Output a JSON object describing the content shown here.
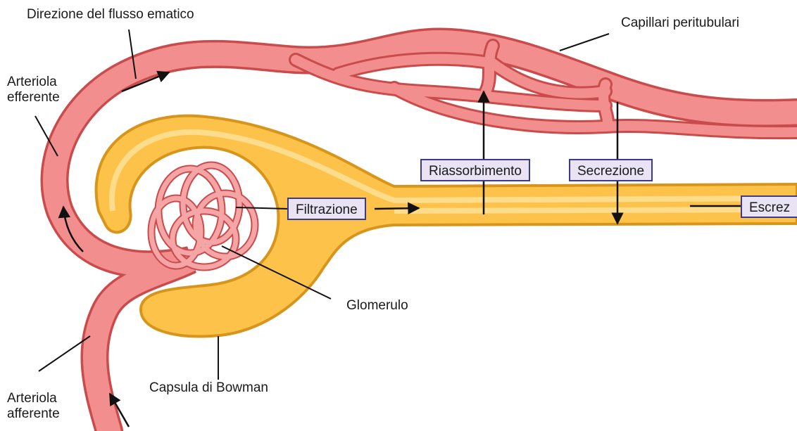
{
  "labels": {
    "flow_direction": "Direzione del flusso ematico",
    "peritubular": "Capillari peritubulari",
    "efferent_line1": "Arteriola",
    "efferent_line2": "efferente",
    "glomerulus": "Glomerulo",
    "bowman": "Capsula di Bowman",
    "afferent_line1": "Arteriola",
    "afferent_line2": "afferente"
  },
  "processes": {
    "filtration": "Filtrazione",
    "reabsorption": "Riassorbimento",
    "secretion": "Secrezione",
    "excretion": "Escrez"
  },
  "colors": {
    "vessel": "#f28e8e",
    "vessel_edge": "#c94b4b",
    "tubule": "#fcc24a",
    "tubule_edge": "#d8951c",
    "box_fill": "#e9e3f4",
    "box_border": "#3b3a8c"
  }
}
